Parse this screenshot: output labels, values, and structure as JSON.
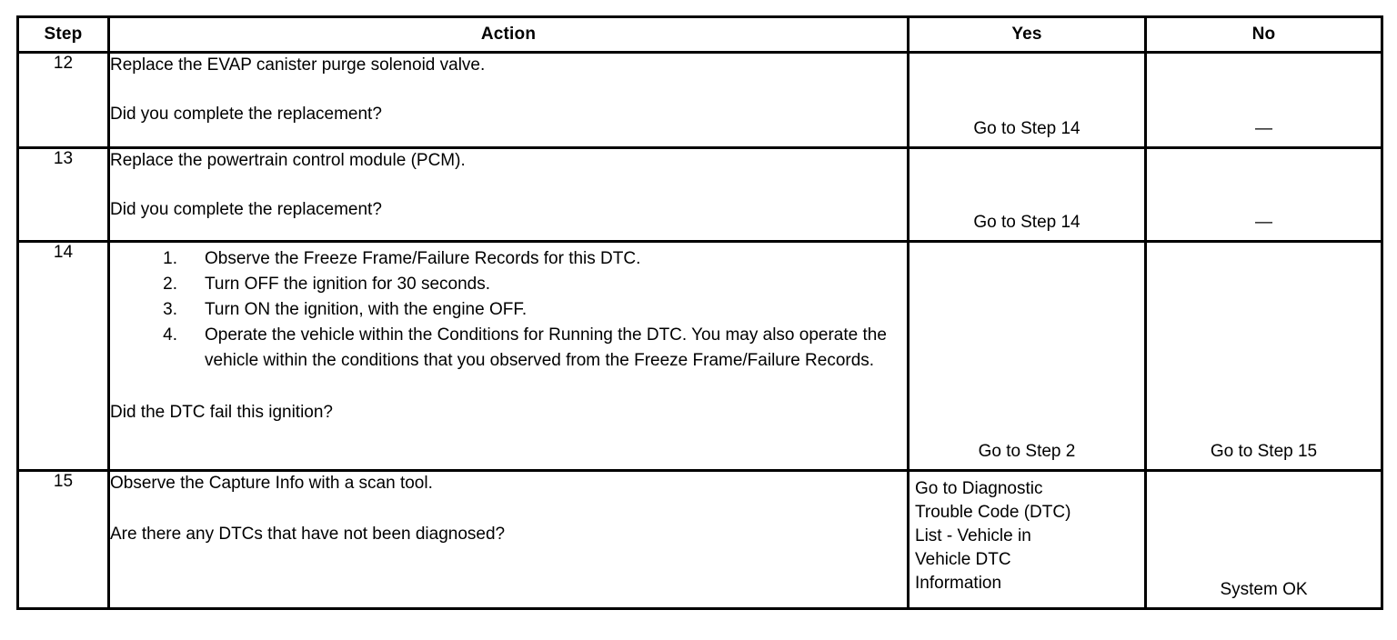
{
  "table": {
    "headers": {
      "step": "Step",
      "action": "Action",
      "yes": "Yes",
      "no": "No"
    },
    "rows": [
      {
        "step": "12",
        "action_lead": "Replace the EVAP canister purge solenoid valve.",
        "action_question": "Did you complete the replacement?",
        "yes": "Go to Step 14",
        "no": "—"
      },
      {
        "step": "13",
        "action_lead": "Replace the powertrain control module (PCM).",
        "action_question": "Did you complete the replacement?",
        "yes": "Go to Step 14",
        "no": "—"
      },
      {
        "step": "14",
        "action_items": [
          {
            "num": "1.",
            "text": "Observe the Freeze Frame/Failure Records for this DTC."
          },
          {
            "num": "2.",
            "text": "Turn OFF the ignition for 30 seconds."
          },
          {
            "num": "3.",
            "text": "Turn ON the ignition, with the engine OFF."
          },
          {
            "num": "4.",
            "text": "Operate the vehicle within the Conditions for Running the DTC. You may also operate the vehicle within the conditions that you observed from the Freeze Frame/Failure Records."
          }
        ],
        "action_question": "Did the DTC fail this ignition?",
        "yes": "Go to Step 2",
        "no": "Go to Step 15"
      },
      {
        "step": "15",
        "action_lead": "Observe the Capture Info with a scan tool.",
        "action_question": "Are there any DTCs that have not been diagnosed?",
        "yes_lines": [
          "Go to Diagnostic",
          "Trouble Code (DTC)",
          "List - Vehicle in",
          "Vehicle DTC",
          "Information"
        ],
        "no": "System OK"
      }
    ]
  },
  "colors": {
    "border": "#000000",
    "text": "#000000",
    "background": "#ffffff"
  }
}
